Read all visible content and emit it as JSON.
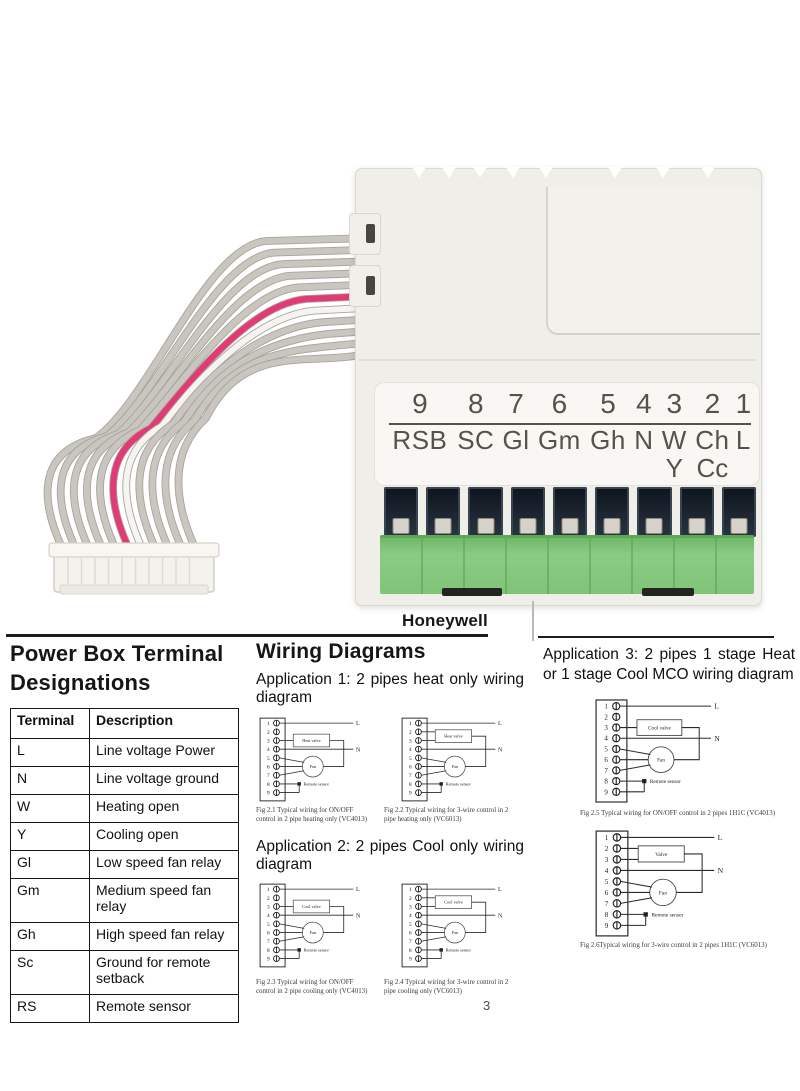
{
  "brand": "Honeywell",
  "page_number": "3",
  "photo": {
    "device_terminals": [
      {
        "num": "9",
        "label": "RSB"
      },
      {
        "num": "8",
        "label": "SC"
      },
      {
        "num": "7",
        "label": "Gl"
      },
      {
        "num": "6",
        "label": "Gm"
      },
      {
        "num": "5",
        "label": "Gh"
      },
      {
        "num": "4",
        "label": "N"
      },
      {
        "num": "3",
        "label": "W",
        "label2": "Y"
      },
      {
        "num": "2",
        "label": "Ch",
        "label2": "Cc"
      },
      {
        "num": "1",
        "label": "L"
      }
    ],
    "colors": {
      "device_body": "#f0eee8",
      "wire_gray": "#c9c5bf",
      "wire_pink": "#e23a75",
      "wire_white": "#f5f4f0",
      "green_terminal_block": "#7fc478",
      "terminal_well_dark": "#101823"
    }
  },
  "left_panel": {
    "title": "Power Box Terminal Designations",
    "table": {
      "headers": [
        "Terminal",
        "Description"
      ],
      "rows": [
        [
          "L",
          "Line voltage Power"
        ],
        [
          "N",
          "Line voltage ground"
        ],
        [
          "W",
          "Heating open"
        ],
        [
          "Y",
          "Cooling open"
        ],
        [
          "Gl",
          "Low speed fan relay"
        ],
        [
          "Gm",
          "Medium speed fan relay"
        ],
        [
          "Gh",
          "High speed fan relay"
        ],
        [
          "Sc",
          "Ground for remote setback"
        ],
        [
          "RS",
          "Remote sensor"
        ]
      ]
    }
  },
  "wiring": {
    "title": "Wiring Diagrams",
    "app1_heading": "Application 1: 2 pipes heat only wiring diagram",
    "app2_heading": "Application 2: 2 pipes Cool only wiring diagram",
    "app3_heading": "Application 3: 2 pipes 1 stage Heat or 1 stage Cool MCO wiring diagram",
    "shared_labels": {
      "line": "L",
      "neutral": "N",
      "fan": "Fan",
      "remote_sensor": "Remote sensor",
      "terminal_numbers": [
        "1",
        "2",
        "3",
        "4",
        "5",
        "6",
        "7",
        "8",
        "9"
      ]
    },
    "diagrams": [
      {
        "id": "fig21",
        "valve_label": "Heat valve",
        "valve_wires": 1,
        "caption": "Fig 2.1 Typical wiring for ON/OFF control in 2 pipe heating only  (VC4013)"
      },
      {
        "id": "fig22",
        "valve_label": "Heat valve",
        "valve_wires": 2,
        "caption": "Fig 2.2 Typical wiring for 3-wire control in 2 pipe heating only (VC6013)"
      },
      {
        "id": "fig23",
        "valve_label": "Cool valve",
        "valve_wires": 1,
        "caption": "Fig 2.3 Typical wiring for ON/OFF control in 2 pipe cooling only  (VC4013)"
      },
      {
        "id": "fig24",
        "valve_label": "Cool valve",
        "valve_wires": 2,
        "caption": "Fig 2.4 Typical wiring for 3-wire control in 2 pipe cooling only (VC6013)"
      },
      {
        "id": "fig25",
        "valve_label": "Cool valve",
        "valve_wires": 1,
        "caption": "Fig 2.5 Typical wiring for ON/OFF control in 2 pipes 1H1C (VC4013)"
      },
      {
        "id": "fig26",
        "valve_label": "Valve",
        "valve_wires": 2,
        "caption": "Fig 2.6Typical wiring for 3-wire control in 2 pipes 1H1C (VC6013)"
      }
    ]
  }
}
